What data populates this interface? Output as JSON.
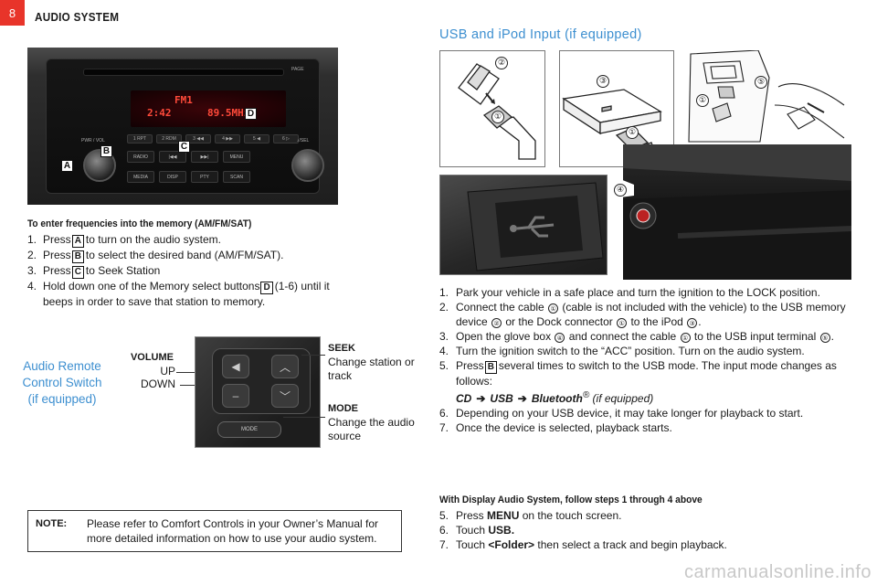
{
  "page": {
    "number": "8",
    "section_title": "AUDIO SYSTEM"
  },
  "radio": {
    "display_band": "FM1",
    "display_time": "2:42",
    "display_freq": "89.5MHz",
    "presets": [
      "1 RPT",
      "2 RDM",
      "3 ◀◀",
      "4 ▶▶",
      "5 ◀",
      "6 ▷"
    ],
    "func_row1": [
      "RADIO",
      "|◀◀",
      "▶▶|",
      "MENU"
    ],
    "func_row2": [
      "MEDIA",
      "DISP",
      "PTY",
      "SCAN"
    ],
    "knob_left_label": "PWR / VOL",
    "knob_right_label": "♪/SEL",
    "page_label": "PAGE",
    "callouts": {
      "a": "A",
      "b": "B",
      "c": "C",
      "d": "D"
    }
  },
  "memory": {
    "heading": "To enter frequencies into the memory (AM/FM/SAT)",
    "items": [
      {
        "num": "1.",
        "pre": "Press",
        "key": "A",
        "post": "to turn on the audio system."
      },
      {
        "num": "2.",
        "pre": "Press",
        "key": "B",
        "post": "to select the desired band (AM/FM/SAT)."
      },
      {
        "num": "3.",
        "pre": "Press",
        "key": "C",
        "post": "to Seek Station"
      },
      {
        "num": "4.",
        "pre": "Hold down one of the Memory select buttons",
        "key": "D",
        "post": "(1-6) until it beeps in order to save that station to memory."
      }
    ]
  },
  "remote": {
    "label_line1": "Audio Remote",
    "label_line2": "Control Switch",
    "label_line3": "(if equipped)",
    "volume": "VOLUME",
    "up": "UP",
    "down": "DOWN",
    "seek_title": "SEEK",
    "seek_text": "Change station or track",
    "mode_title": "MODE",
    "mode_text": "Change the audio source",
    "mode_button": "MODE"
  },
  "note": {
    "label": "NOTE:",
    "text": "Please refer to Comfort Controls in your Owner’s Manual for more detailed information on how to use your audio system."
  },
  "usb": {
    "title": "USB and iPod Input (if equipped)",
    "markers": {
      "m1": "①",
      "m2": "②",
      "m3": "③",
      "m4": "④",
      "m5": "⑤"
    },
    "steps": [
      {
        "num": "1.",
        "text": "Park your vehicle in a safe place and turn the ignition to the LOCK position."
      },
      {
        "num": "2.",
        "p1": "Connect the cable",
        "p2": "(cable is not included with the vehicle) to the USB memory device",
        "p3": "or the Dock connector",
        "p4": "to the iPod",
        "p5": "."
      },
      {
        "num": "3.",
        "p1": "Open the glove box",
        "p2": "and connect the cable",
        "p3": "to the USB input terminal",
        "p4": "."
      },
      {
        "num": "4.",
        "text": "Turn the ignition switch to the “ACC” position. Turn on the audio system."
      },
      {
        "num": "5.",
        "pre": "Press",
        "key": "B",
        "post": "several times to switch to the USB mode. The input mode changes as follows:"
      },
      {
        "num": "6.",
        "text": "Depending on your USB device, it may take longer for playback to start."
      },
      {
        "num": "7.",
        "text": "Once the device is selected, playback starts."
      }
    ],
    "mode_sequence": {
      "cd": "CD",
      "usb": "USB",
      "bt": "Bluetooth",
      "reg": "®",
      "suffix": "(if equipped)"
    }
  },
  "display_audio": {
    "heading": "With Display Audio System, follow steps 1 through 4 above",
    "steps": [
      {
        "num": "5.",
        "pre": "Press",
        "bold": "MENU",
        "post": "on the touch screen."
      },
      {
        "num": "6.",
        "pre": "Touch",
        "bold": "USB.",
        "post": ""
      },
      {
        "num": "7.",
        "pre": "Touch",
        "bold": "<Folder>",
        "post": "then select a track and begin playback."
      }
    ]
  },
  "watermark": "carmanualsonline.info"
}
